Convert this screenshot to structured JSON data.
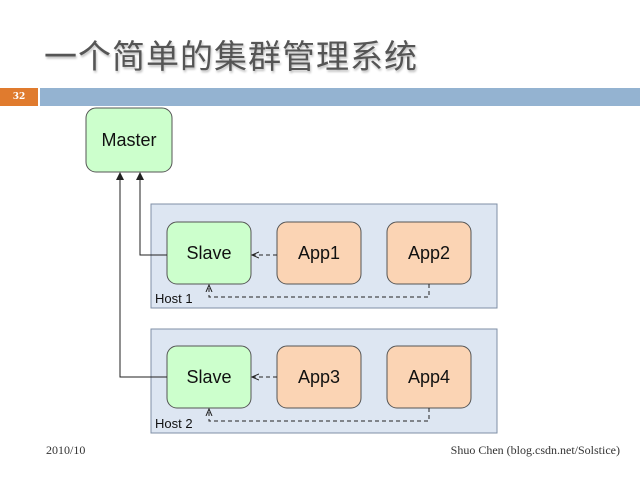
{
  "slide": {
    "title": "一个简单的集群管理系统",
    "number": "32",
    "footer_date": "2010/10",
    "footer_author": "Shuo Chen (blog.csdn.net/Solstice)"
  },
  "diagram": {
    "master": "Master",
    "host1": {
      "label": "Host 1",
      "slave": "Slave",
      "apps": [
        "App1",
        "App2"
      ]
    },
    "host2": {
      "label": "Host 2",
      "slave": "Slave",
      "apps": [
        "App3",
        "App4"
      ]
    }
  },
  "colors": {
    "master_fill": "#ccffcc",
    "slave_fill": "#ccffcc",
    "app_fill": "#fbd4b4",
    "host_fill": "#dde6f2",
    "accent_orange": "#e07b2e",
    "accent_blue": "#94b3d1"
  }
}
